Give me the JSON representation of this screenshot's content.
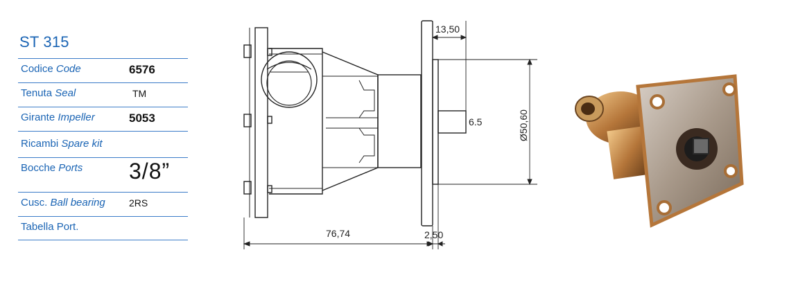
{
  "product": {
    "title": "ST 315"
  },
  "specs": [
    {
      "label_it": "Codice",
      "label_en": "Code",
      "value": "6576",
      "style": "big"
    },
    {
      "label_it": "Tenuta",
      "label_en": "Seal",
      "value": "TM",
      "style": "small"
    },
    {
      "label_it": "Girante",
      "label_en": "Impeller",
      "value": "5053",
      "style": "big"
    },
    {
      "label_it": "Ricambi",
      "label_en": "Spare kit",
      "value": "",
      "style": "small"
    },
    {
      "label_it": "Bocche",
      "label_en": "Ports",
      "value": "3/8”",
      "style": "huge"
    },
    {
      "label_it": "Cusc.",
      "label_en": "Ball bearing",
      "value": "2RS",
      "style": "small"
    },
    {
      "label_it": "Tabella Port.",
      "label_en": "",
      "value": "",
      "style": "small"
    }
  ],
  "dimensions": {
    "flange_offset": "13,50",
    "shaft": "6.5",
    "diameter": "Ø50,60",
    "length": "76,74",
    "flange_thickness": "2,50"
  },
  "colors": {
    "accent": "#1a64b4",
    "rule": "#3a7bc8"
  }
}
